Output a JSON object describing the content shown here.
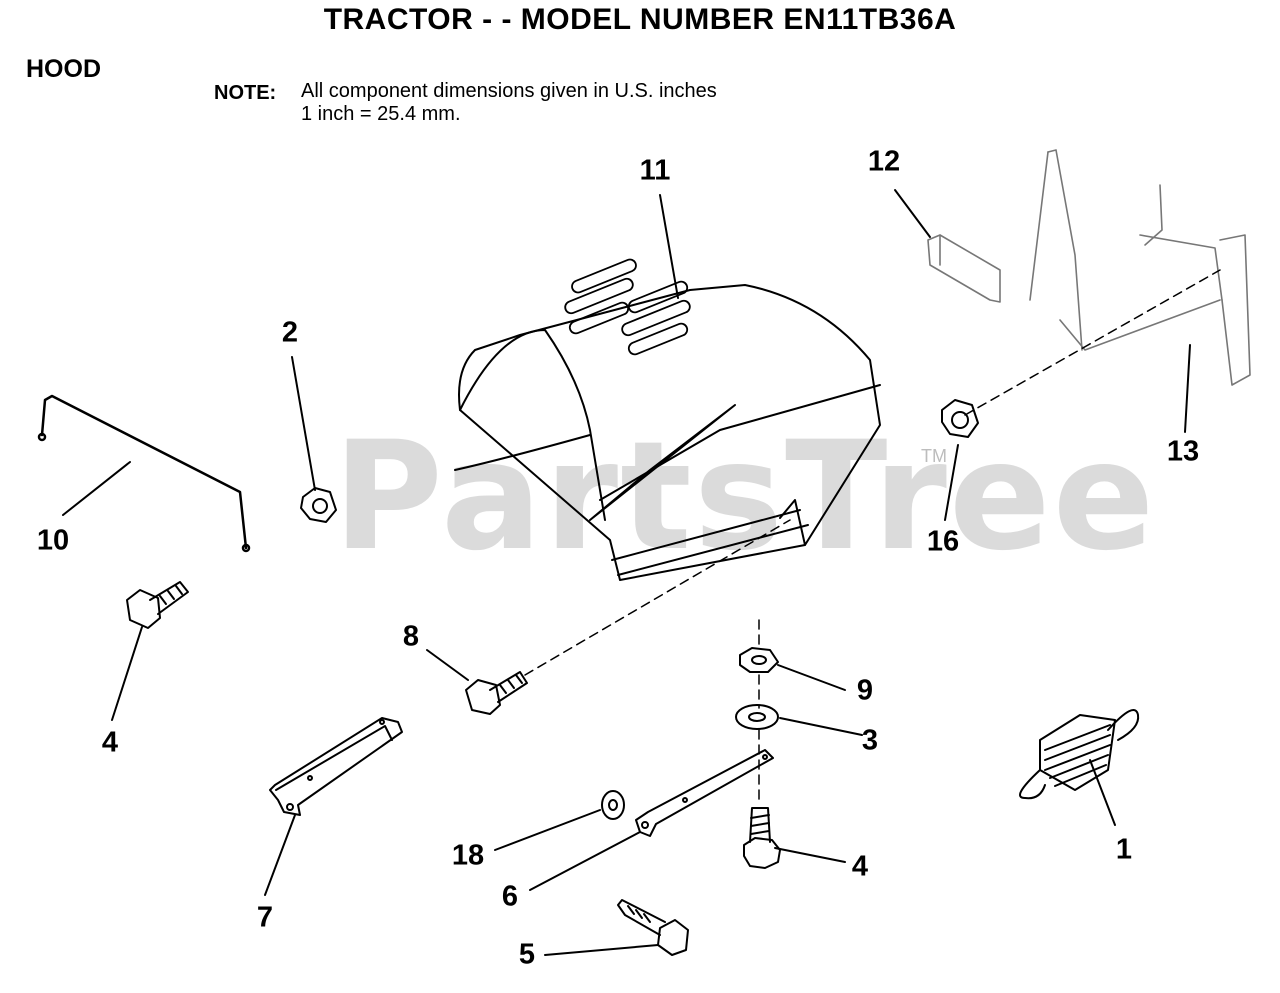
{
  "title": "TRACTOR - - MODEL NUMBER EN11TB36A",
  "section": "HOOD",
  "note": {
    "label": "NOTE:",
    "line1": "All component dimensions given in U.S. inches",
    "line2": "1 inch = 25.4 mm."
  },
  "watermark": {
    "text": "PartsTree",
    "tm": "TM"
  },
  "callouts": {
    "c1": "1",
    "c2": "2",
    "c3": "3",
    "c4a": "4",
    "c4b": "4",
    "c5": "5",
    "c6": "6",
    "c7": "7",
    "c8": "8",
    "c9": "9",
    "c10": "10",
    "c11": "11",
    "c12": "12",
    "c13": "13",
    "c16": "16",
    "c18": "18"
  }
}
